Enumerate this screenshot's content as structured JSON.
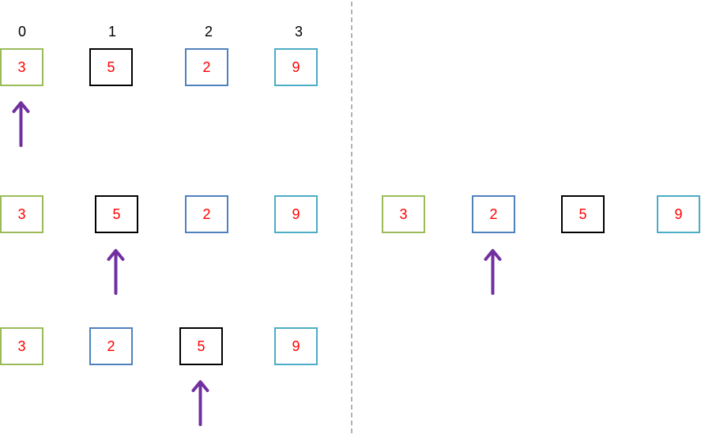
{
  "colors": {
    "value_text": "#ff0000",
    "arrow": "#7030a0",
    "divider": "#808080",
    "box_green": "#9bbb59",
    "box_black": "#000000",
    "box_blue": "#4f81bd",
    "box_teal": "#4bacc6"
  },
  "index_labels": [
    "0",
    "1",
    "2",
    "3"
  ],
  "rows": [
    {
      "name": "row-1",
      "cells": [
        {
          "value": "3",
          "color": "green"
        },
        {
          "value": "5",
          "color": "black"
        },
        {
          "value": "2",
          "color": "blue"
        },
        {
          "value": "9",
          "color": "teal"
        }
      ],
      "pointer_index": 0
    },
    {
      "name": "row-2",
      "cells": [
        {
          "value": "3",
          "color": "green"
        },
        {
          "value": "5",
          "color": "black"
        },
        {
          "value": "2",
          "color": "blue"
        },
        {
          "value": "9",
          "color": "teal"
        }
      ],
      "pointer_index": 1
    },
    {
      "name": "row-3",
      "cells": [
        {
          "value": "3",
          "color": "green"
        },
        {
          "value": "2",
          "color": "blue"
        },
        {
          "value": "5",
          "color": "black"
        },
        {
          "value": "9",
          "color": "teal"
        }
      ],
      "pointer_index": 2
    },
    {
      "name": "row-right",
      "cells": [
        {
          "value": "3",
          "color": "green"
        },
        {
          "value": "2",
          "color": "blue"
        },
        {
          "value": "5",
          "color": "black"
        },
        {
          "value": "9",
          "color": "teal"
        }
      ],
      "pointer_index": 1
    }
  ]
}
